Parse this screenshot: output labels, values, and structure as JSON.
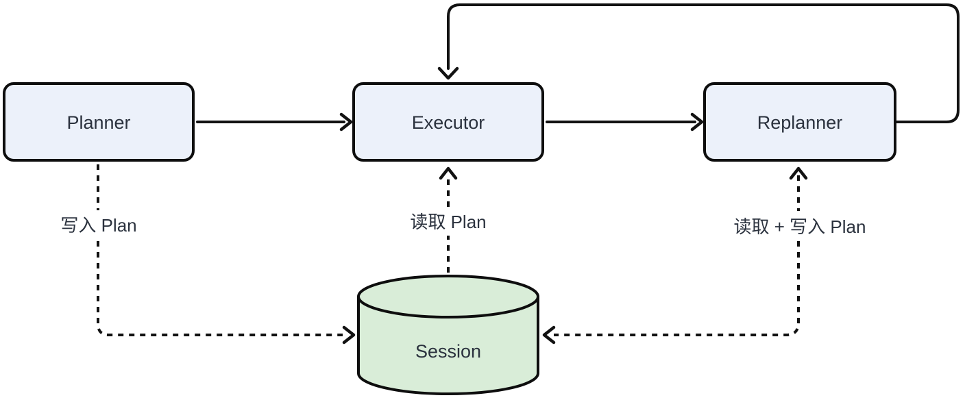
{
  "diagram": {
    "type": "flowchart",
    "direction": "left-to-right",
    "nodes": {
      "planner": {
        "label": "Planner",
        "shape": "rounded-rect"
      },
      "executor": {
        "label": "Executor",
        "shape": "rounded-rect"
      },
      "replanner": {
        "label": "Replanner",
        "shape": "rounded-rect"
      },
      "session": {
        "label": "Session",
        "shape": "database-cylinder"
      }
    },
    "edges": [
      {
        "from": "planner",
        "to": "executor",
        "style": "solid",
        "label": ""
      },
      {
        "from": "executor",
        "to": "replanner",
        "style": "solid",
        "label": ""
      },
      {
        "from": "replanner",
        "to": "executor",
        "style": "solid",
        "label": "",
        "route": "top-loop"
      },
      {
        "from": "planner",
        "to": "session",
        "style": "dashed",
        "label": "写入 Plan"
      },
      {
        "from": "session",
        "to": "executor",
        "style": "dashed",
        "label": "读取 Plan"
      },
      {
        "from": "replanner",
        "to": "session",
        "style": "dashed",
        "label": "读取 + 写入 Plan",
        "arrows": "both-ends: up into Replanner (read), left into Session (write)"
      }
    ],
    "edge_labels": {
      "write_plan": "写入 Plan",
      "read_plan": "读取 Plan",
      "read_write_plan": "读取 + 写入 Plan"
    }
  },
  "theme": {
    "bg": "#ffffff",
    "node-fill": "#ecf1fa",
    "node-stroke": "#0e0e0e",
    "store-fill": "#d9edd8",
    "text": "#2b323e",
    "line": "#121212"
  }
}
